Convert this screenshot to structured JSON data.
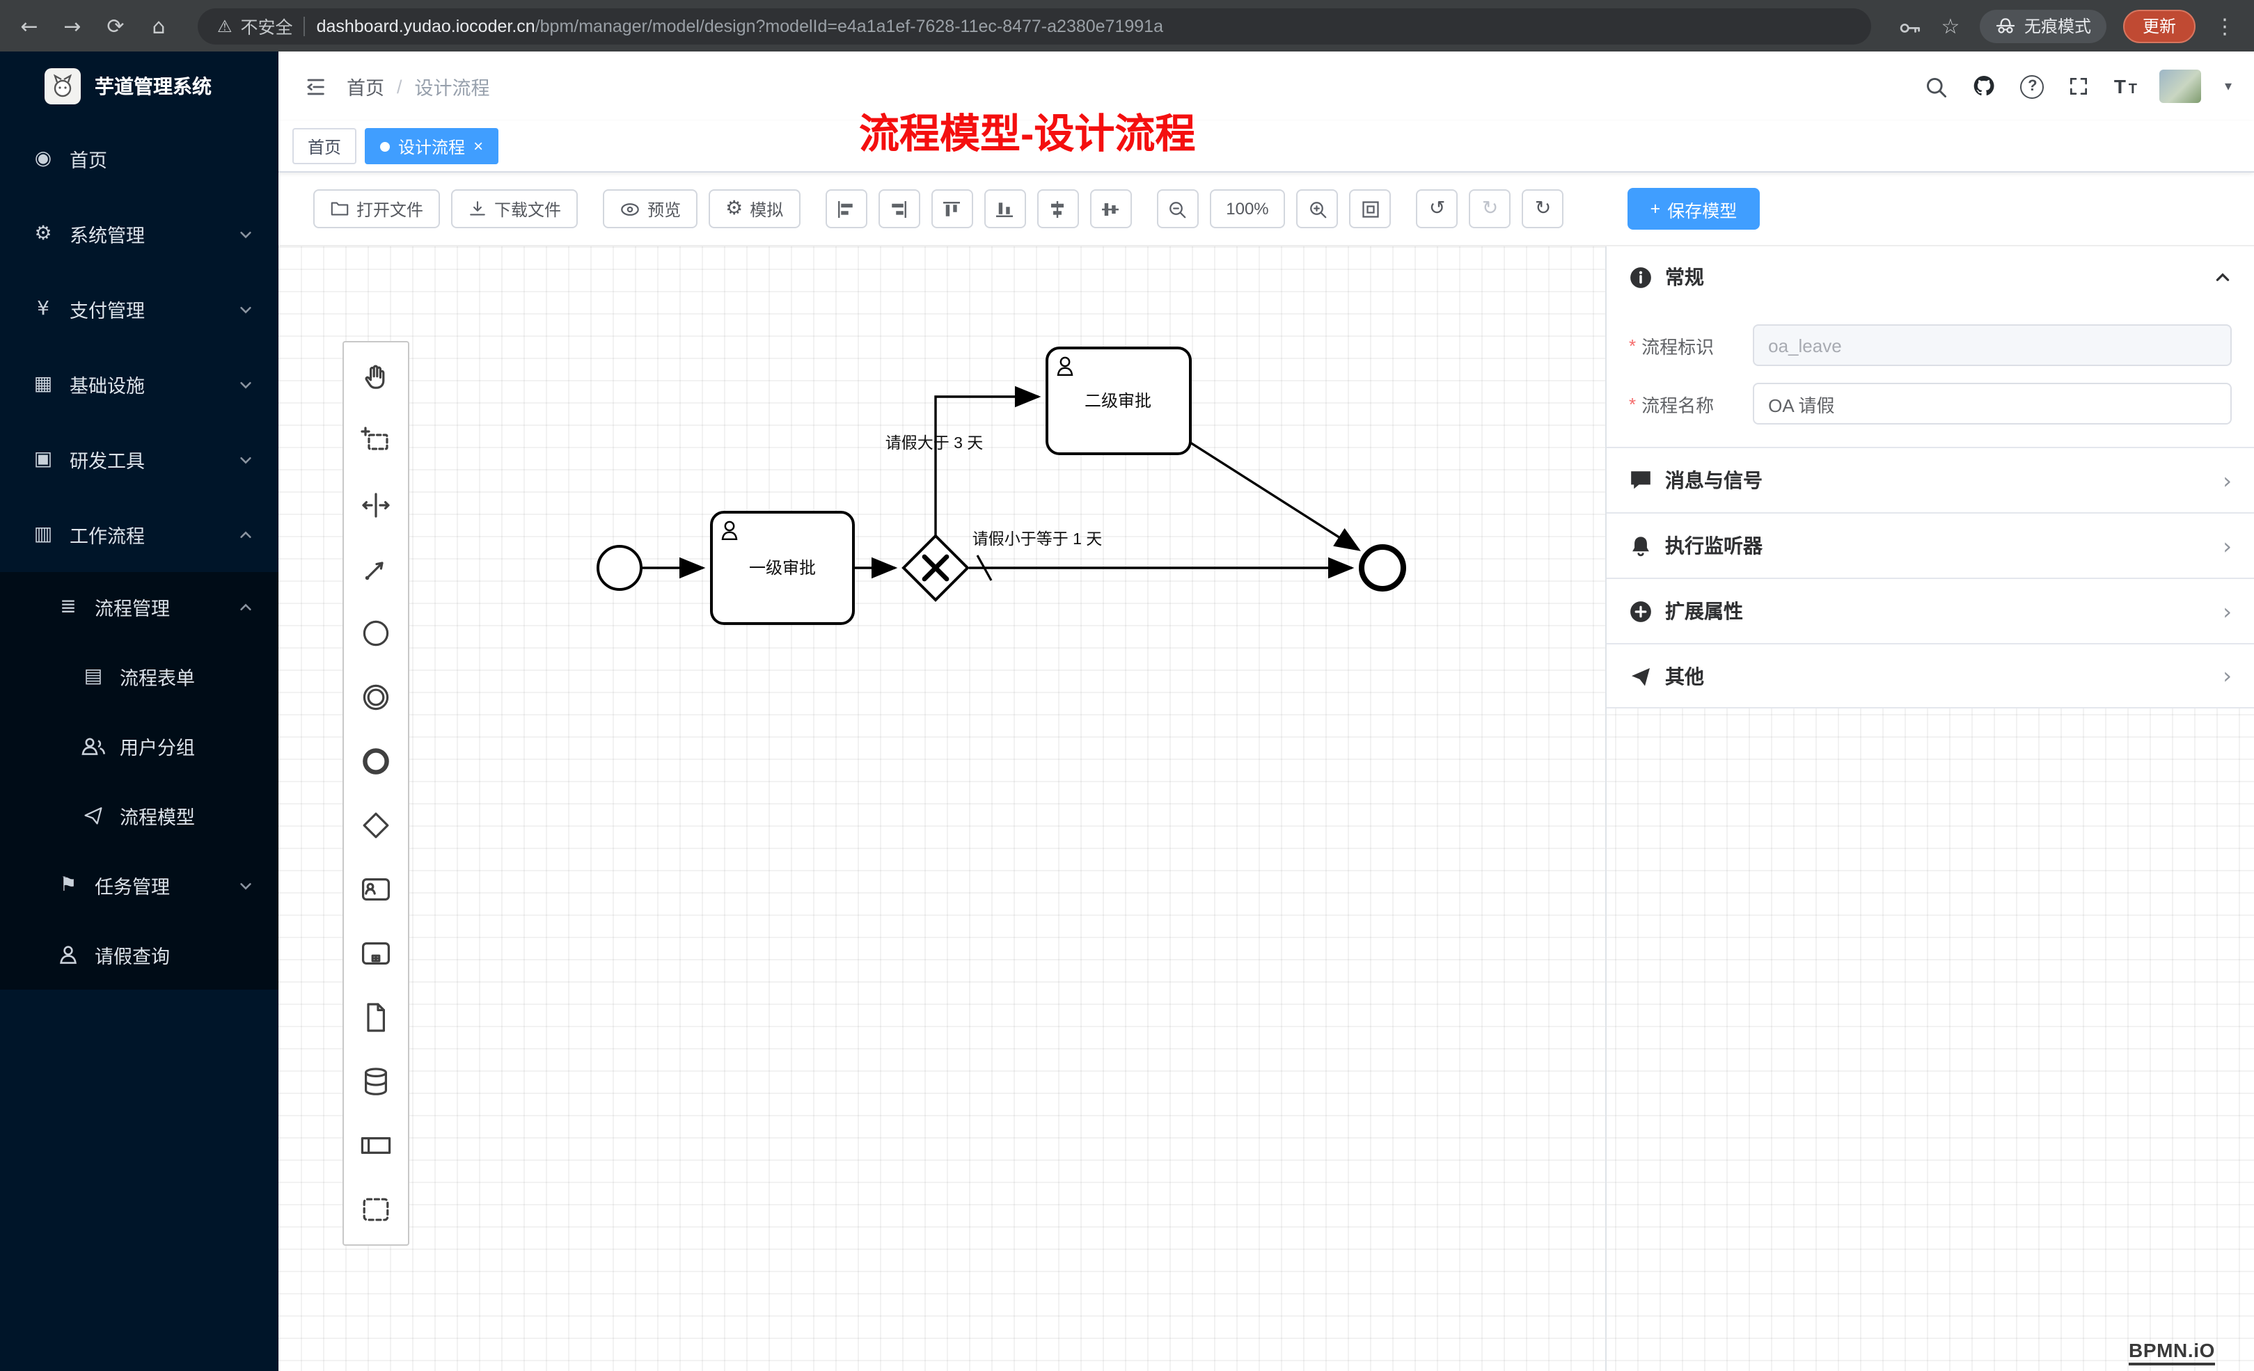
{
  "icons": {
    "back": "←",
    "forward": "→",
    "reload": "⟳",
    "home": "⌂",
    "warning": "⚠",
    "star": "☆",
    "menu_dots": "⋮",
    "dashboard": "◉",
    "gear": "⚙",
    "yen": "¥",
    "grid": "▦",
    "tools": "▣",
    "workflow": "▥",
    "list": "≣",
    "doc": "▤",
    "flag": "⚑",
    "undo": "↺",
    "redo": "↻",
    "refresh": "↻",
    "caret_down": "▾",
    "chevron_right": "›",
    "plus": "+",
    "close": "×",
    "breadcrumb_sep": "/",
    "t": "T",
    "question": "?"
  },
  "browser": {
    "security": "不安全",
    "domain": "dashboard.yudao.iocoder.cn",
    "path": "/bpm/manager/model/design?modelId=e4a1a1ef-7628-11ec-8477-a2380e71991a",
    "incognito": "无痕模式",
    "update": "更新"
  },
  "sidebar": {
    "title": "芋道管理系统",
    "home": "首页",
    "system": "系统管理",
    "payment": "支付管理",
    "infra": "基础设施",
    "devtools": "研发工具",
    "workflow": "工作流程",
    "process_mgmt": "流程管理",
    "form": "流程表单",
    "group": "用户分组",
    "model": "流程模型",
    "task_mgmt": "任务管理",
    "leave": "请假查询"
  },
  "header": {
    "breadcrumb_home": "首页",
    "breadcrumb_current": "设计流程",
    "annotation": "流程模型-设计流程"
  },
  "tabs": {
    "home": "首页",
    "active": "设计流程"
  },
  "toolbar": {
    "open": "打开文件",
    "download": "下载文件",
    "preview": "预览",
    "simulate": "模拟",
    "zoom": "100%",
    "save": "保存模型"
  },
  "diagram": {
    "task1": "一级审批",
    "task2": "二级审批",
    "label_gt": "请假大于 3 天",
    "label_lte": "请假小于等于 1 天"
  },
  "panel": {
    "general": "常规",
    "required_mark": "*",
    "key_label": "流程标识",
    "key_value": "oa_leave",
    "name_label": "流程名称",
    "name_value": "OA 请假",
    "sections": [
      {
        "label": "消息与信号"
      },
      {
        "label": "执行监听器"
      },
      {
        "label": "扩展属性"
      },
      {
        "label": "其他"
      }
    ]
  },
  "watermark": "BPMN.iO",
  "colors": {
    "accent": "#409eff",
    "sidebar_bg": "#001529",
    "annotation": "#f40f0f",
    "update_btn": "#c04a33"
  }
}
